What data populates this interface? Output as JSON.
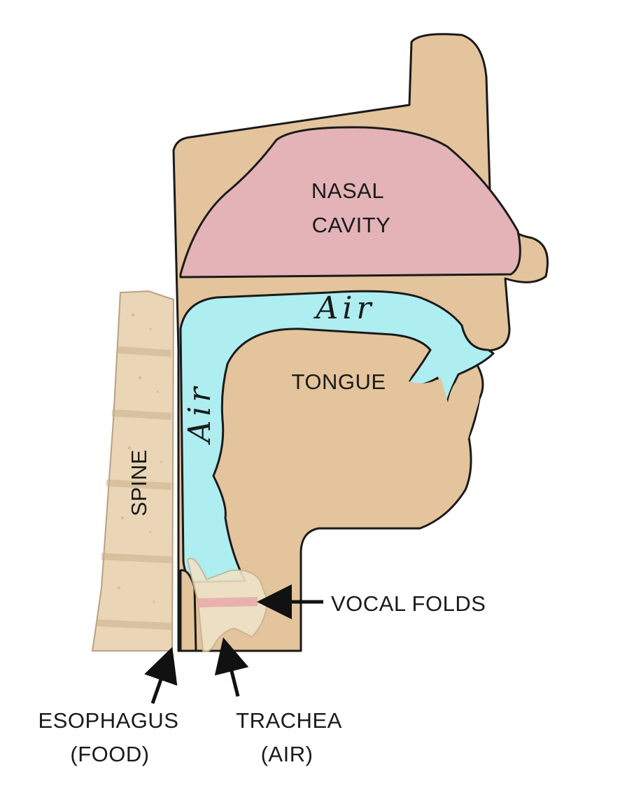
{
  "labels": {
    "nasal_cavity_line1": "NASAL",
    "nasal_cavity_line2": "CAVITY",
    "air_top": "Air",
    "air_throat": "Air",
    "tongue": "TONGUE",
    "spine": "SPINE",
    "vocal_folds": "VOCAL FOLDS",
    "esophagus_line1": "ESOPHAGUS",
    "esophagus_line2": "(FOOD)",
    "trachea_line1": "TRACHEA",
    "trachea_line2": "(AIR)"
  },
  "colors": {
    "tissue": "#e4c49c",
    "nasal_cavity": "#e3b3b7",
    "airway": "#aeeef0",
    "spine": "#ead6b6",
    "vocal_folds": "#eee3c8",
    "vocal_fold_band": "#e7a9a9",
    "outline": "#1a1a1a"
  }
}
